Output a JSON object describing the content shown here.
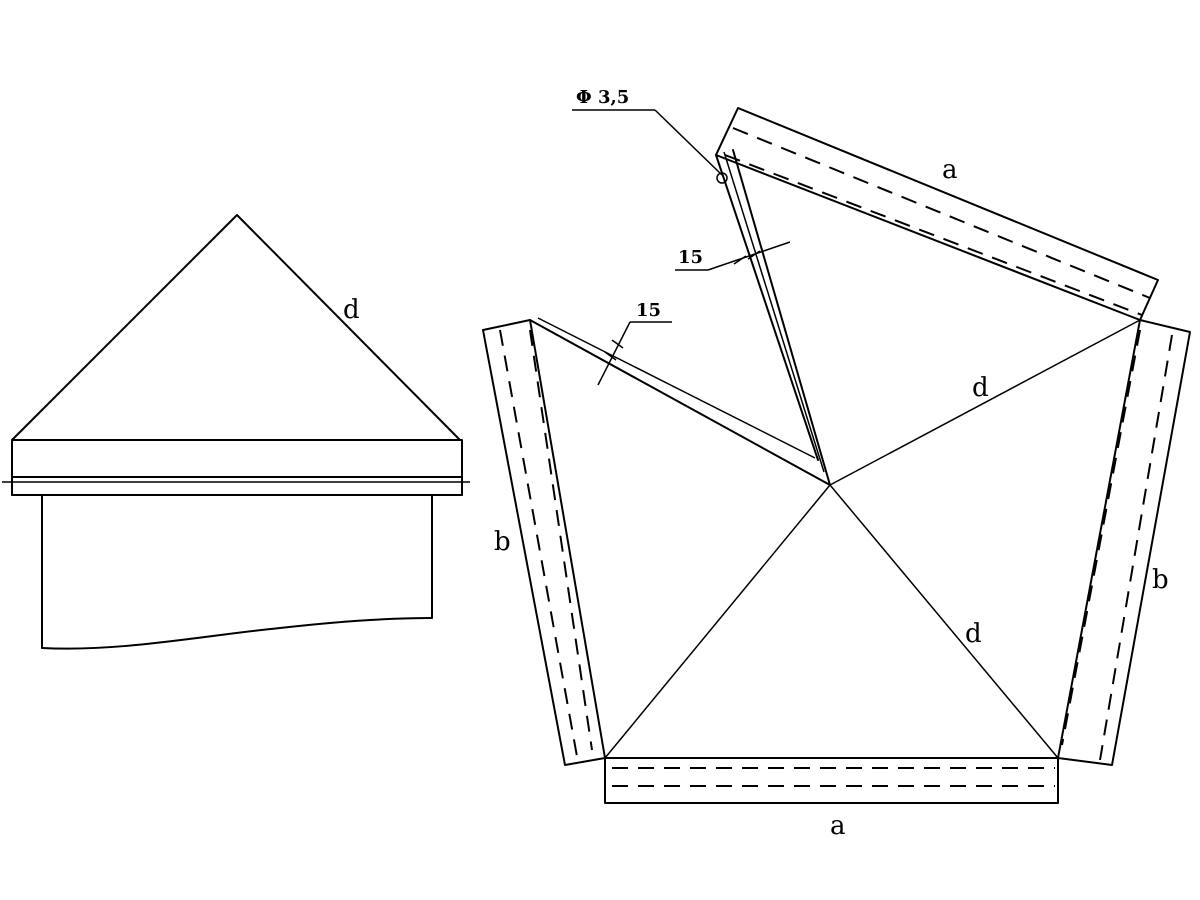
{
  "labels": {
    "roof_edge": "d",
    "top_side": "a",
    "bottom_side": "a",
    "left_side": "b",
    "right_side": "b",
    "upper_diagonal": "d",
    "lower_diagonal": "d",
    "hole_callout": "Φ 3,5",
    "flange_width_top": "15",
    "flange_width_left": "15"
  }
}
